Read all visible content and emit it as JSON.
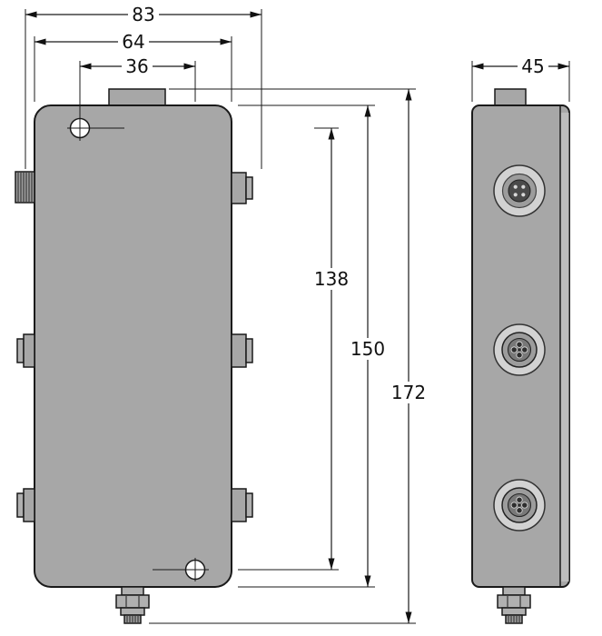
{
  "drawing": {
    "kind": "technical-dimension-drawing",
    "views": [
      "front",
      "side"
    ]
  },
  "dimensions": {
    "outer_width": "83",
    "body_width": "64",
    "hole_offset_x": "36",
    "hole_spacing_y": "138",
    "body_height": "150",
    "overall_height": "172",
    "depth": "45"
  },
  "parts": {
    "top_port": "m8-4pin-socket-icon",
    "middle_port": "m12-4pin-socket-icon",
    "bottom_port": "m12-4pin-socket-icon",
    "mounting_hole": "crosshair-hole-icon",
    "left_port": "threaded-connector-icon",
    "bottom_gland": "threaded-gland-icon"
  },
  "colors": {
    "background": "#ffffff",
    "line": "#111111",
    "body": "#a7a7a7",
    "strip": "#bdbdbd",
    "cap": "#b0b0b0",
    "thread": "#9e9e9e",
    "connector_outer": "#d2d2d2",
    "connector_mid": "#9c9c9c",
    "connector_face": "#787878",
    "connector_dark": "#4a4a4a",
    "pin_dark": "#2e2e2e",
    "pin_light": "#d8d8d8",
    "hole": "#ffffff"
  }
}
